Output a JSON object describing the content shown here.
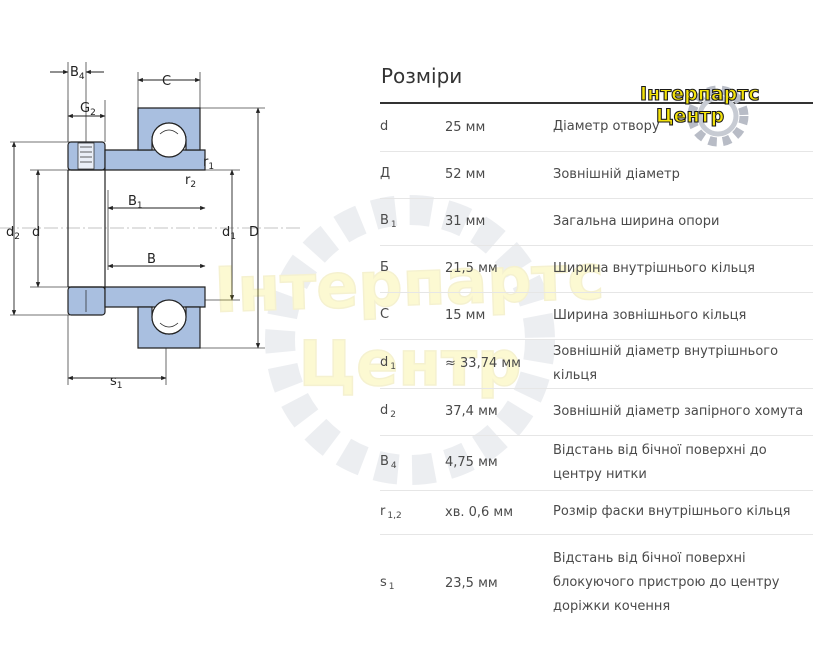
{
  "title": "Розміри",
  "logo": {
    "line1": "Інтерпартс",
    "line2": "Центр",
    "icon": "gear-icon",
    "colors": {
      "text": "#f4e30b",
      "outline": "#1a1a1a",
      "gear": "#b8bcc6"
    }
  },
  "watermark": {
    "line1": "Інтерпартс",
    "line2": "Центр"
  },
  "drawing": {
    "labels": {
      "B4": "B4",
      "G2": "G2",
      "C": "C",
      "r1": "r1",
      "r2": "r2",
      "d2": "d2",
      "d": "d",
      "B1": "B1",
      "d1": "d1",
      "D": "D",
      "B": "B",
      "s1": "s1"
    }
  },
  "rows": [
    {
      "sym": "d",
      "sub": "",
      "value": "25 мм",
      "desc": "Діаметр отвору"
    },
    {
      "sym": "Д",
      "sub": "",
      "value": "52 мм",
      "desc": "Зовнішній діаметр"
    },
    {
      "sym": "В",
      "sub": "1",
      "value": "31 мм",
      "desc": "Загальна ширина опори"
    },
    {
      "sym": "Б",
      "sub": "",
      "value": "21,5 мм",
      "desc": "Ширина внутрішнього кільця"
    },
    {
      "sym": "C",
      "sub": "",
      "value": "15 мм",
      "desc": "Ширина зовнішнього кільця"
    },
    {
      "sym": "d",
      "sub": "1",
      "value": "≈ 33,74 мм",
      "desc": "Зовнішній діаметр внутрішнього кільця"
    },
    {
      "sym": "d",
      "sub": "2",
      "value": "37,4 мм",
      "desc": "Зовнішній діаметр запірного хомута"
    },
    {
      "sym": "В",
      "sub": "4",
      "value": "4,75 мм",
      "desc": "Відстань від бічної поверхні до центру нитки"
    },
    {
      "sym": "r",
      "sub": "1,2",
      "value": "хв. 0,6 мм",
      "desc": "Розмір фаски внутрішнього кільця"
    },
    {
      "sym": "s",
      "sub": "1",
      "value": "23,5 мм",
      "desc": "Відстань від бічної поверхні блокуючого пристрою до центру доріжки кочення"
    }
  ]
}
